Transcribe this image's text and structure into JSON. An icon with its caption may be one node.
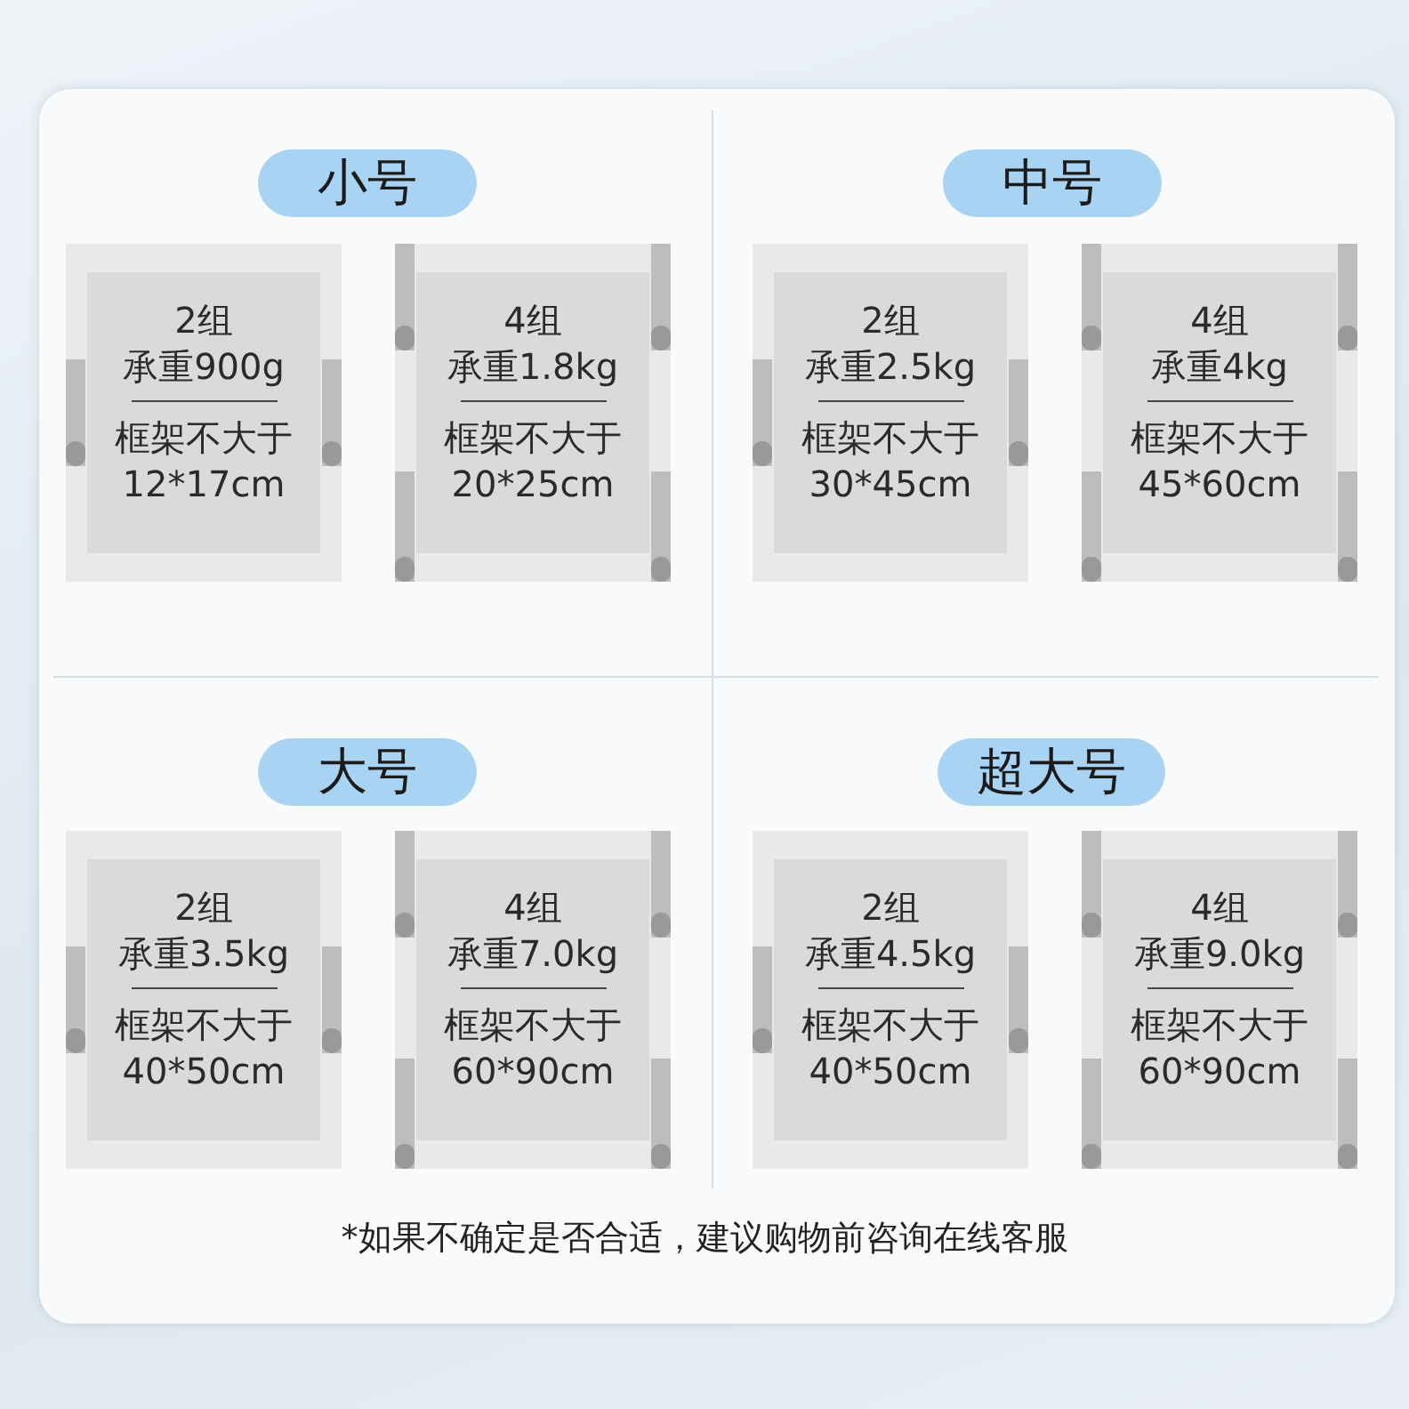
{
  "diagram": {
    "nodes": [
      {
        "text": [
          "小号"
        ]
      },
      {
        "text": [
          "2组",
          "承重900g",
          "框架不大于",
          "12*17cm"
        ]
      },
      {
        "text": [
          "4组",
          "承重1.8kg",
          "框架不大于",
          "20*25cm"
        ]
      },
      {
        "text": [
          "中号"
        ]
      },
      {
        "text": [
          "2组",
          "承重2.5kg",
          "框架不大于",
          "30*45cm"
        ]
      },
      {
        "text": [
          "4组",
          "承重4kg",
          "框架不大于",
          "45*60cm"
        ]
      },
      {
        "text": [
          "大号"
        ]
      },
      {
        "text": [
          "2组",
          "承重3.5kg",
          "框架不大于",
          "40*50cm"
        ]
      },
      {
        "text": [
          "4组",
          "承重7.0kg",
          "框架不大于",
          "60*90cm"
        ]
      },
      {
        "text": [
          "超大号"
        ]
      },
      {
        "text": [
          "2组",
          "承重4.5kg",
          "框架不大于",
          "40*50cm"
        ]
      },
      {
        "text": [
          "4组",
          "承重9.0kg",
          "框架不大于",
          "60*90cm"
        ]
      }
    ],
    "caption": "*如果不确定是否合适，建议购物前咨询在线客服"
  }
}
